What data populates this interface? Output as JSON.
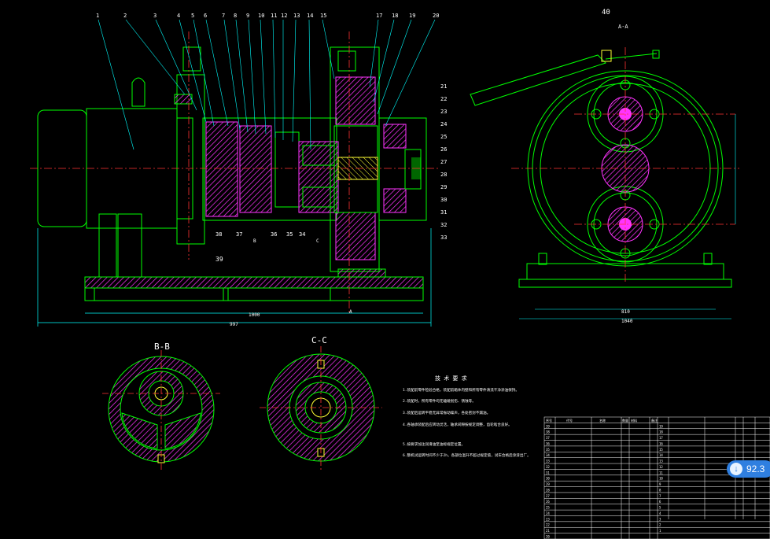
{
  "drawing": {
    "part_numbers_top": [
      "1",
      "2",
      "3",
      "4",
      "5",
      "6",
      "7",
      "8",
      "9",
      "10",
      "11",
      "12",
      "13",
      "14",
      "15",
      "17",
      "18",
      "19",
      "20"
    ],
    "part_numbers_right": [
      "21",
      "22",
      "23",
      "24",
      "25",
      "26",
      "27",
      "28",
      "29",
      "30",
      "31",
      "32",
      "33"
    ],
    "part_numbers_bottom": [
      "38",
      "37",
      "36",
      "35",
      "34"
    ],
    "part_label_40": "40",
    "part_label_39": "39",
    "view_aa_label": "A-A",
    "section_bb_label": "B-B",
    "section_cc_label": "C-C",
    "section_a_mark": "A",
    "section_b_mark": "B",
    "section_c_mark": "C",
    "dim_total_width": "997",
    "dim_base": "1000",
    "dim_right_width": "1040",
    "dim_right_inner": "810",
    "tech_title": "技 术 要 求",
    "tech_notes": [
      "1.装配前零件检验合格，装配前箱体内壁和所有零件清洗干净涂油保持。",
      "2.装配时，所有零件均无磕碰划伤、锈蚀等。",
      "3.装配后运转平稳无异常振动噪声，各处密封不漏油。",
      "4.各轴承装配后应转动灵活，轴承间隙按规定调整，齿轮啮合良好。",
      "5.按要求加注润滑油至油标规定位置。",
      "6.整机试运转时间不少于2h，各部位温升不超过规定值，试车合格后涂漆出厂。"
    ]
  },
  "bom": {
    "header": [
      "序号",
      "代号",
      "名称",
      "数量",
      "材料",
      "备注"
    ],
    "rows_left": [
      "39",
      "38",
      "37",
      "36",
      "35",
      "34",
      "33",
      "32",
      "31",
      "30",
      "29",
      "28",
      "27",
      "26",
      "25",
      "24",
      "23",
      "22",
      "21",
      "20"
    ],
    "rows_right": [
      "19",
      "18",
      "17",
      "16",
      "15",
      "14",
      "13",
      "12",
      "11",
      "10",
      "9",
      "8",
      "7",
      "6",
      "5",
      "4",
      "3",
      "2",
      "1"
    ]
  },
  "badge": {
    "value": "92.3"
  },
  "colors": {
    "background": "#000000",
    "outline": "#00ff00",
    "hatch": "#ff33ff",
    "center": "#ff3333",
    "dimension": "#00ffff",
    "text": "#ffffff",
    "badge": "#2f7fe0"
  }
}
